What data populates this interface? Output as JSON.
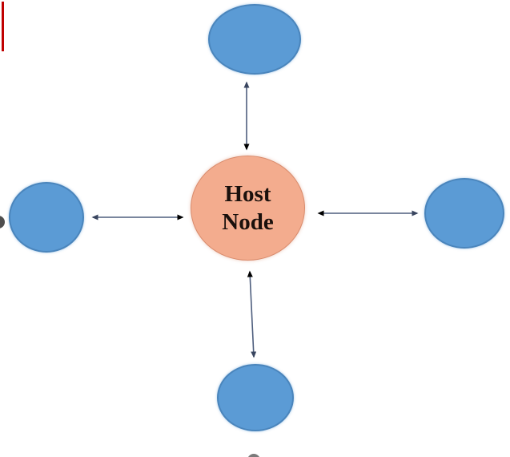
{
  "colors": {
    "node_blue": "#5B9BD5",
    "node_blue_edge": "#4A85BC",
    "host_peach": "#F3AC8E",
    "host_peach_edge": "#D98B6C",
    "arrow": "#4E5E7E",
    "arrowhead": "#39455F",
    "label_text": "#1A100C",
    "red_artifact": "#C00000",
    "edge_dot_gray": "#4E4E4E"
  },
  "diagram": {
    "host_node": {
      "label": "Host\nNode"
    },
    "peripheral_nodes": [
      {
        "id": "top",
        "label": ""
      },
      {
        "id": "right",
        "label": ""
      },
      {
        "id": "bottom",
        "label": ""
      },
      {
        "id": "left",
        "label": ""
      }
    ],
    "connections": [
      {
        "from": "host-node",
        "to": "top",
        "bidirectional": true
      },
      {
        "from": "host-node",
        "to": "right",
        "bidirectional": true
      },
      {
        "from": "host-node",
        "to": "bottom",
        "bidirectional": true
      },
      {
        "from": "host-node",
        "to": "left",
        "bidirectional": true
      }
    ]
  }
}
